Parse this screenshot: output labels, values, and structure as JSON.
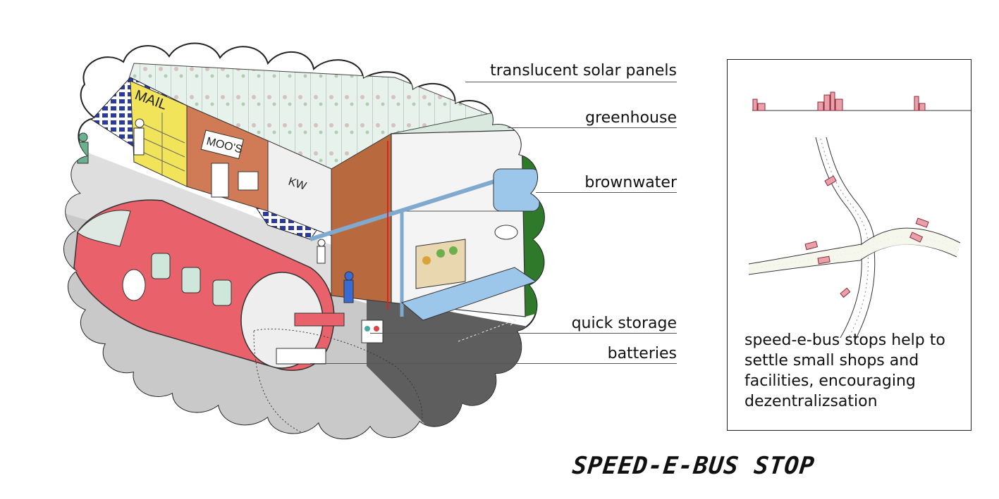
{
  "callouts": [
    {
      "label": "translucent solar panels"
    },
    {
      "label": "greenhouse"
    },
    {
      "label": "brownwater"
    },
    {
      "label": "quick storage"
    },
    {
      "label": "batteries"
    }
  ],
  "panel": {
    "caption": "speed-e-bus stops help to settle small shops and facilities, encouraging dezentralizsation"
  },
  "signs": {
    "mail": "MAIL",
    "shop": "MOO'S",
    "kiosk": "KW"
  },
  "title": "SPEED-E-BUS STOP",
  "colors": {
    "bus": "#e9616a",
    "solar": "#2a3a9e",
    "water": "#9cc6ea",
    "road": "#c9c9c9",
    "asphalt": "#5e5e5e",
    "mailbox": "#f2e45a",
    "brick": "#d07a56",
    "grass": "#2f7a2a"
  },
  "icons": [
    "cloud-frame-icon",
    "bus-icon",
    "solar-panel-icon",
    "greenhouse-icon",
    "water-tank-icon",
    "toilet-icon",
    "map-icon"
  ]
}
